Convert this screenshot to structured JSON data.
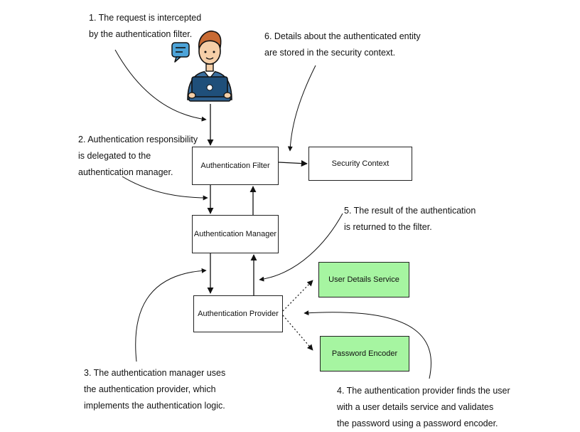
{
  "notes": {
    "step1": [
      "1. The request is intercepted",
      "by the authentication filter."
    ],
    "step2": [
      "2. Authentication responsibility",
      "is delegated to the",
      "authentication manager."
    ],
    "step3": [
      "3. The authentication manager uses",
      "the authentication provider, which",
      "implements the authentication logic."
    ],
    "step4": [
      "4. The authentication provider finds the user",
      "with a user details service and validates",
      "the password  using a password encoder."
    ],
    "step5": [
      "5. The result of the authentication",
      "is returned to the filter."
    ],
    "step6": [
      "6. Details about the authenticated entity",
      "are stored in the security context."
    ]
  },
  "boxes": {
    "filter": "Authentication Filter",
    "security_context": "Security Context",
    "manager": "Authentication Manager",
    "provider": "Authentication Provider",
    "user_details": "User Details Service",
    "encoder": "Password Encoder"
  },
  "colors": {
    "green_box": "#a6f5a1",
    "line": "#111111",
    "person_shirt": "#3a6e9e",
    "person_hair": "#c86a33",
    "person_skin": "#f5cfa8",
    "laptop": "#1f4f7a",
    "speech_bubble": "#4ca3d8"
  },
  "icons": {
    "user": "user-with-laptop-icon",
    "chat": "speech-bubble-icon"
  }
}
